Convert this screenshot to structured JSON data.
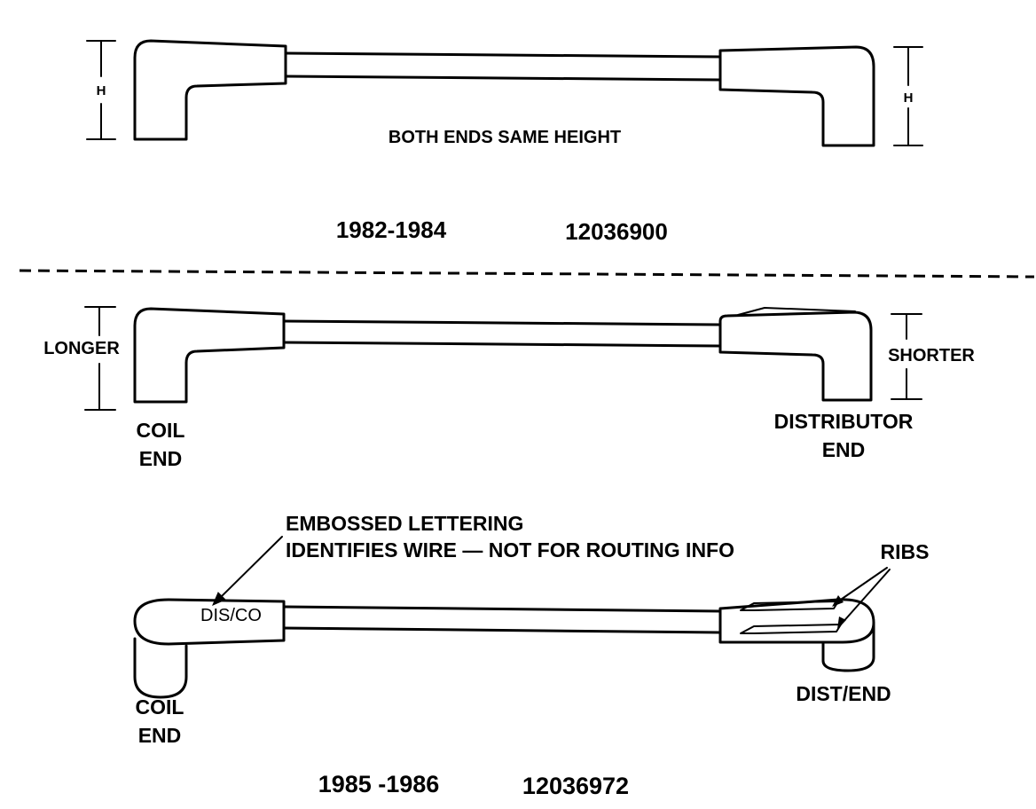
{
  "section1": {
    "left_dim_label": "H",
    "right_dim_label": "H",
    "note": "BOTH ENDS SAME HEIGHT",
    "years": "1982-1984",
    "part_number": "12036900"
  },
  "section2": {
    "left_dim_label": "LONGER",
    "right_dim_label": "SHORTER",
    "coil_end_line1": "COIL",
    "coil_end_line2": "END",
    "dist_end_line1": "DISTRIBUTOR",
    "dist_end_line2": "END"
  },
  "section3": {
    "callout_line1": "EMBOSSED LETTERING",
    "callout_line2": "IDENTIFIES WIRE — NOT FOR ROUTING INFO",
    "embossed_text": "DIS/CO",
    "ribs_label": "RIBS",
    "coil_end_line1": "COIL",
    "coil_end_line2": "END",
    "dist_end_label": "DIST/END",
    "years": "1985 -1986",
    "part_number": "12036972"
  }
}
